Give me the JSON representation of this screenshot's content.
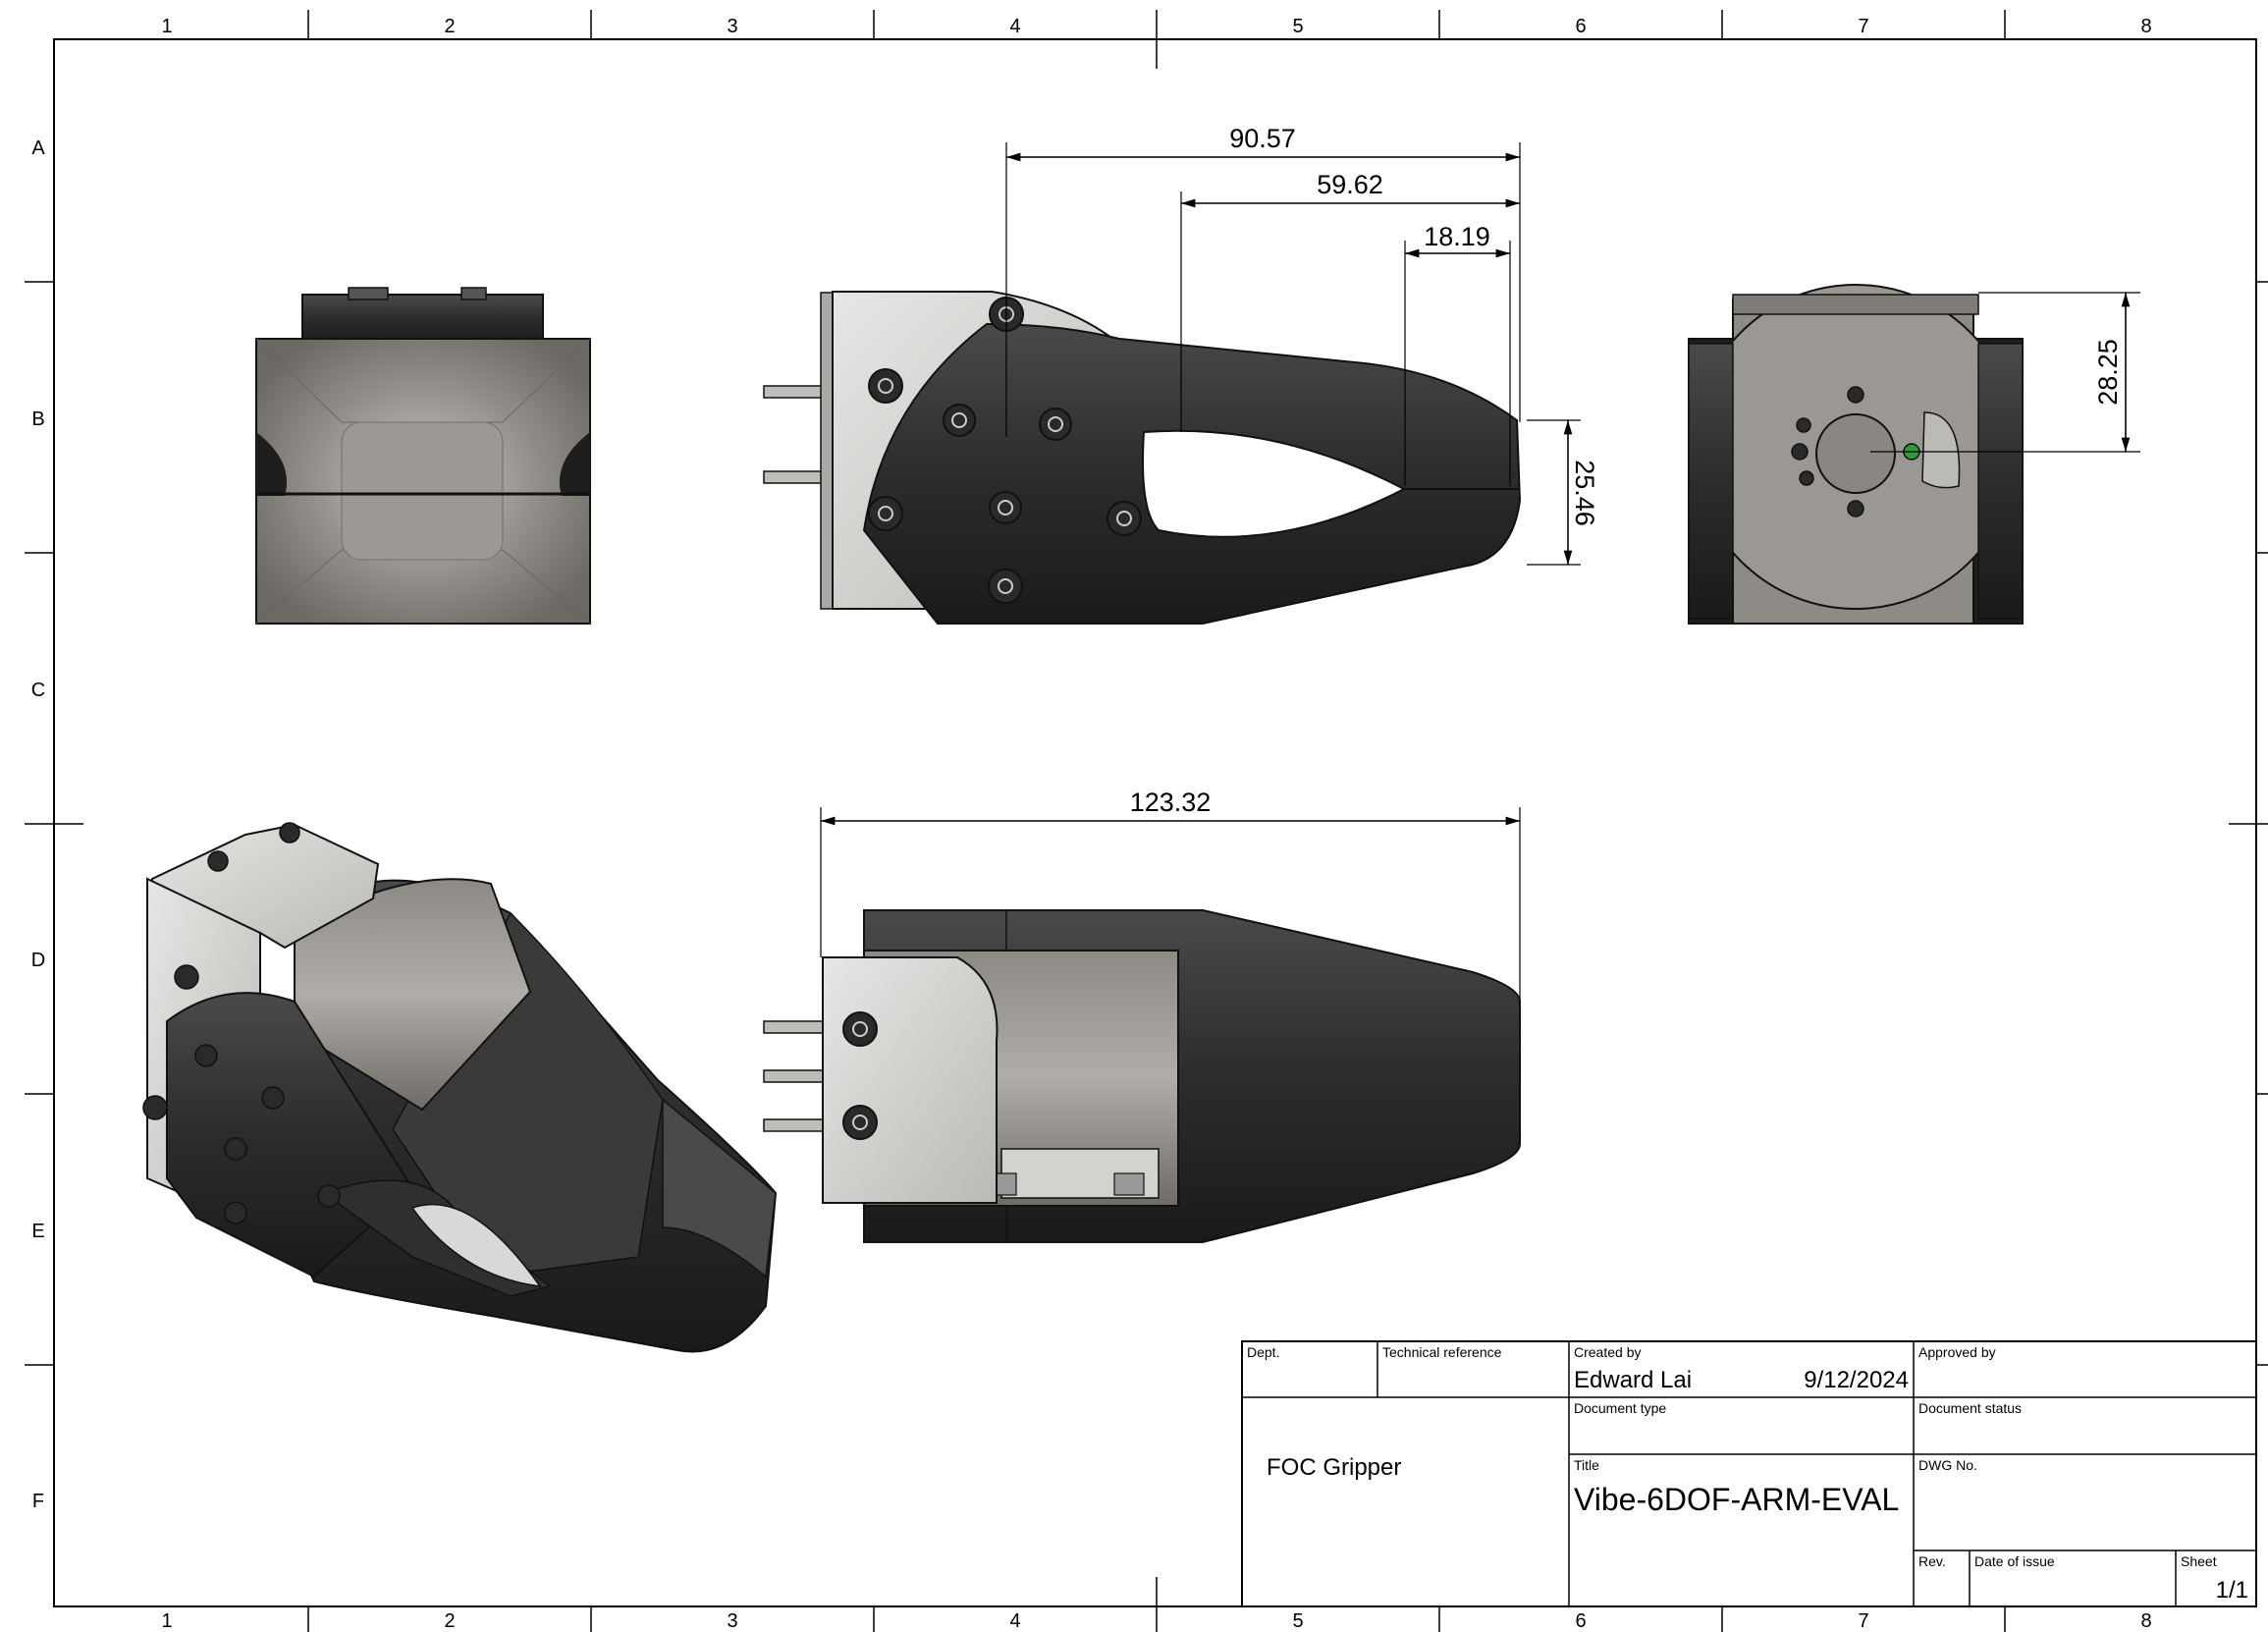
{
  "sheet": {
    "column_labels": [
      "1",
      "2",
      "3",
      "4",
      "5",
      "6",
      "7",
      "8"
    ],
    "row_labels": [
      "A",
      "B",
      "C",
      "D",
      "E",
      "F"
    ]
  },
  "dimensions": {
    "d1": "90.57",
    "d2": "59.62",
    "d3": "18.19",
    "d4": "25.46",
    "d5": "28.25",
    "d6": "123.32"
  },
  "title_block": {
    "dept_label": "Dept.",
    "tech_ref_label": "Technical reference",
    "created_by_label": "Created by",
    "created_by": "Edward Lai",
    "date": "9/12/2024",
    "approved_by_label": "Approved by",
    "doc_type_label": "Document type",
    "doc_status_label": "Document status",
    "dept_value": "FOC Gripper",
    "title_label": "Title",
    "title": "Vibe-6DOF-ARM-EVAL",
    "dwg_no_label": "DWG No.",
    "rev_label": "Rev.",
    "date_of_issue_label": "Date of issue",
    "sheet_label": "Sheet",
    "sheet_value": "1/1"
  },
  "colors": {
    "frame": "#000000",
    "body_dark": "#2b2b2b",
    "metal_light": "#cfcfcc",
    "housing_grey": "#8a8884",
    "accent_green": "#2e9b3a"
  }
}
